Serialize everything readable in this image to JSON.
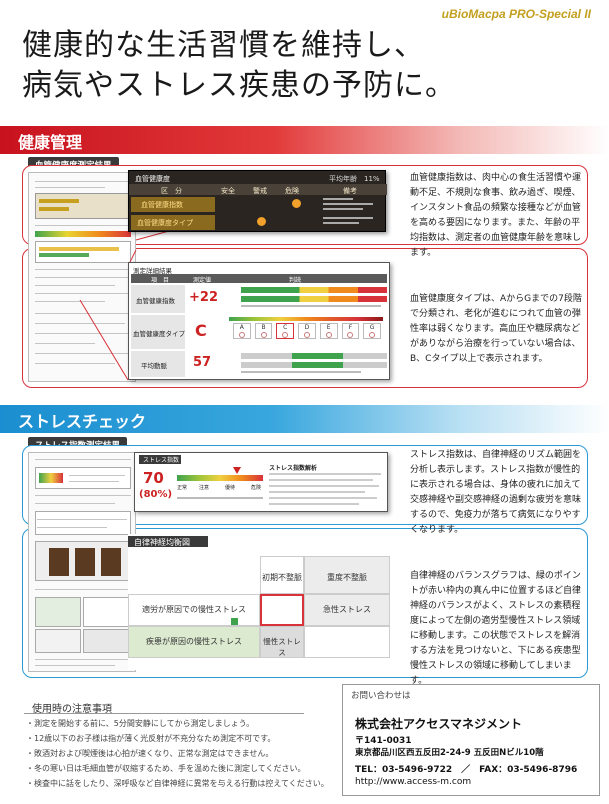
{
  "brand": "uBioMacpa PRO-Special II",
  "headline": {
    "line1": "健康的な生活習慣を維持し、",
    "line2": "病気やストレス疾患の予防に。"
  },
  "health": {
    "section_title": "健康管理",
    "report_tag": "血管健康度測定結果",
    "vascular_table": {
      "title": "血管健康度",
      "headers": [
        "区　分",
        "安全",
        "警戒",
        "危険",
        "備考"
      ],
      "rows": [
        "血管健康指数",
        "血管健康度タイプ"
      ],
      "age_note": "平均年齢　11%"
    },
    "detail": {
      "title": "測定詳細結果",
      "headers": [
        "項　目",
        "測定値",
        "判読"
      ],
      "rows": [
        {
          "label": "血管健康指数",
          "value": "+22"
        },
        {
          "label": "血管健康度タイプ",
          "value": "C"
        },
        {
          "label": "平均動脈",
          "value": "57"
        }
      ],
      "types": [
        "A",
        "B",
        "C",
        "D",
        "E",
        "F",
        "G"
      ]
    },
    "desc1": "血管健康指数は、肉中心の食生活習慣や運動不足、不規則な食事、飲み過ぎ、喫煙、インスタント食品の頻繁な接種などが血管を高める要因になります。また、年齢の平均指数は、測定者の血管健康年齢を意味します。",
    "desc2": "血管健康度タイプは、AからGまでの7段階で分類され、老化が進むにつれて血管の弾性率は弱くなります。高血圧や糖尿病などがありながら治療を行っていない場合は、B、Cタイプ以上で表示されます。"
  },
  "stress": {
    "section_title": "ストレスチェック",
    "report_tag": "ストレス指数測定結果",
    "index": {
      "title": "ストレス指数",
      "value": "70",
      "percent": "(80%)",
      "scale": [
        "正常",
        "注意",
        "優待",
        "危険"
      ],
      "analysis_title": "ストレス指数解析"
    },
    "balance": {
      "title": "自律神経均衡図",
      "col1": "初期不整脈",
      "col2": "重度不整脈",
      "row1": "適労が原因での慢性ストレス",
      "row1_right": "急性ストレス",
      "row2": "疾患が原因の慢性ストレス",
      "row2_right": "慢性ストレス"
    },
    "desc1": "ストレス指数は、自律神経のリズム範囲を分析し表示します。ストレス指数が慢性的に表示される場合は、身体の疲れに加えて交感神経や副交感神経の過剰な疲労を意味するので、免疫力が落ちて病気になりやすくなります。",
    "desc2": "自律神経のバランスグラフは、緑のポイントが赤い枠内の真ん中に位置するほど自律神経のバランスがよく、ストレスの素積程度によって左側の適労型慢性ストレス領域に移動します。この状態でストレスを解消する方法を見つけないと、下にある疾患型慢性ストレスの領域に移動してしまいます。"
  },
  "notes": {
    "title": "使用時の注意事項",
    "items": [
      "・測定を開始する前に、5分間安静にしてから測定しましょう。",
      "・12歳以下のお子様は指が薄く光反射が不充分なため測定不可です。",
      "・敗酒対および喫煙後は心拍が速くなり、正常な測定はできません。",
      "・冬の寒い日は毛細血管が収縮するため、手を温めた後に測定してください。",
      "・検査中に話をしたり、深呼吸など自律神経に異常を与える行動は控えてください。"
    ]
  },
  "contact": {
    "label": "お問い合わせは",
    "company": "株式会社アクセスマネジメント",
    "postal": "〒141-0031",
    "address": "東京都品川区西五反田2-24-9 五反田Nビル10階",
    "phone": "TEL：03-5496-9722　／　FAX：03-5496-8796",
    "url": "http://www.access-m.com"
  },
  "colors": {
    "red": "#d8323a",
    "blue": "#2a9ad6",
    "gold": "#c3a020",
    "green": "#3fa34d",
    "orange": "#f08a1c"
  }
}
